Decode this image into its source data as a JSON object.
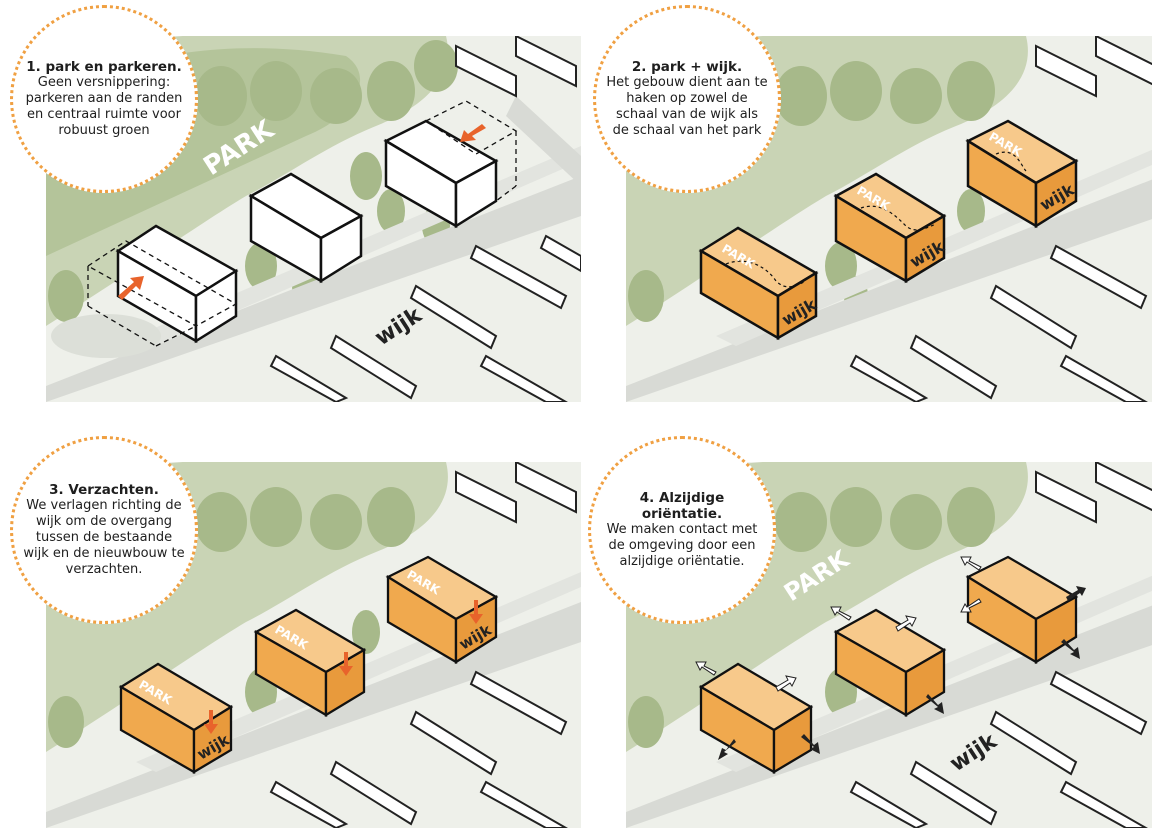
{
  "panels": [
    {
      "title": "1. park en parkeren.",
      "text": "Geen versnippering: parkeren aan de randen en centraal ruimte voor robuust groen",
      "park_label": "PARK",
      "wijk_label": "wijk"
    },
    {
      "title": "2. park + wijk.",
      "text": "Het gebouw dient aan te haken op zowel de schaal van de wijk als de schaal van het park",
      "park_label": "PARK",
      "wijk_label": "wijk"
    },
    {
      "title": "3. Verzachten.",
      "text": "We verlagen richting de wijk om de overgang tussen de bestaande wijk en de nieuwbouw te verzachten.",
      "park_label": "PARK",
      "wijk_label": "wijk"
    },
    {
      "title": "4. Alzijdige oriëntatie.",
      "text": "We maken contact met de omgeving door een alzijdige oriëntatie.",
      "park_label": "PARK",
      "wijk_label": "wijk"
    }
  ],
  "colors": {
    "park": "#b9c7a0",
    "tree": "#a9bb8c",
    "road": "#d9dbd6",
    "building_orange": "#f0a94e",
    "building_light": "#f7c98b",
    "arrow": "#e8632b",
    "dot_border": "#f0a042"
  }
}
